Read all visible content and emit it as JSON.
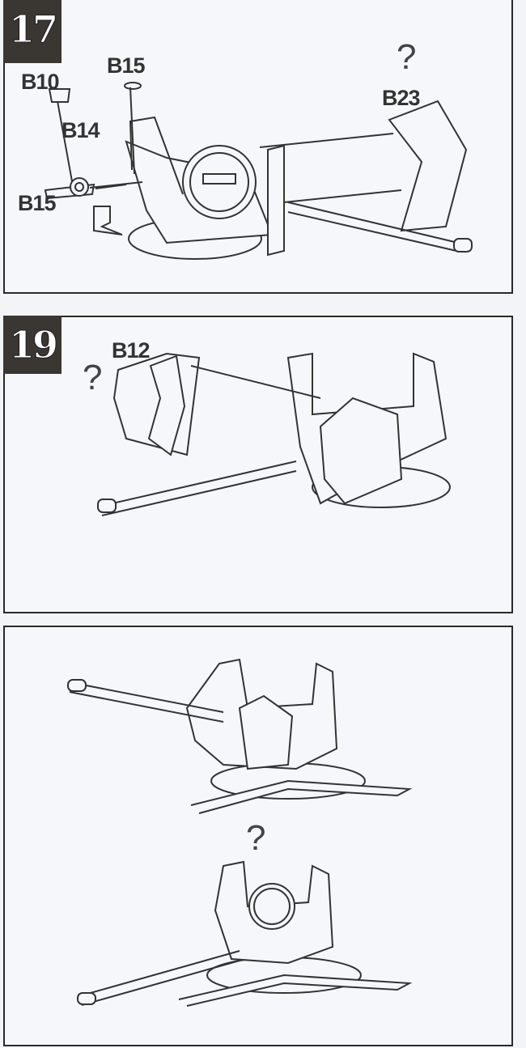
{
  "steps": [
    {
      "number": "17",
      "labels": {
        "b10": "B10",
        "b15_top": "B15",
        "b14": "B14",
        "b15_left": "B15",
        "b23": "B23"
      },
      "question": "?"
    },
    {
      "number": "19",
      "labels": {
        "b12": "B12"
      },
      "question": "?"
    },
    {
      "question": "?"
    }
  ]
}
